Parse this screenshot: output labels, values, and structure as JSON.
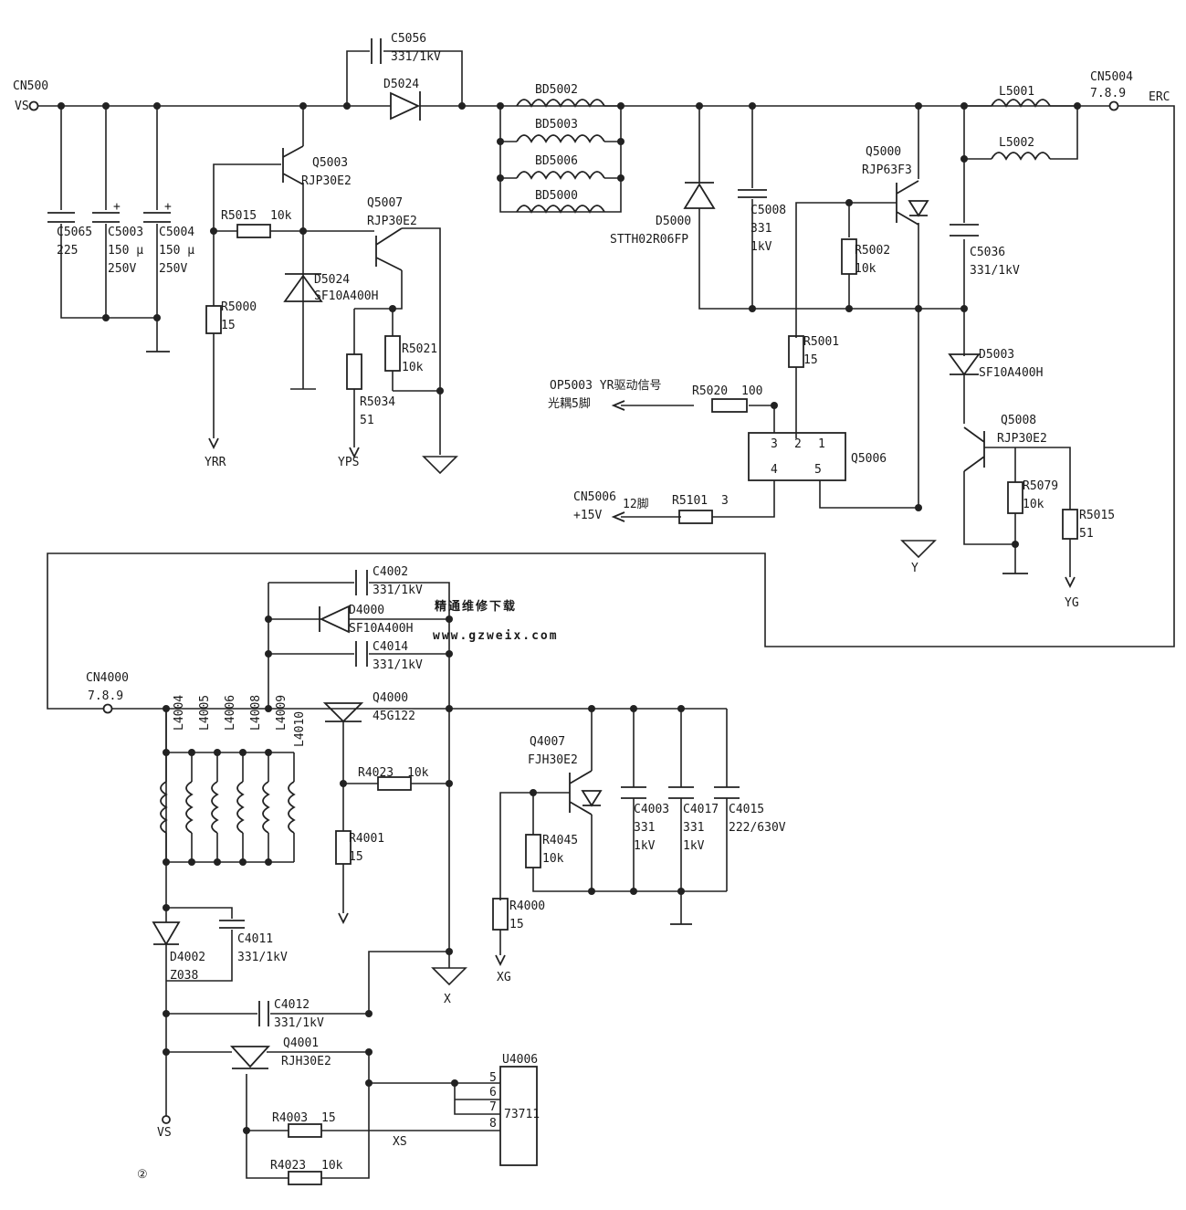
{
  "watermark": {
    "cn": "精通维修下载",
    "url": "www.gzweix.com"
  },
  "page_marker": "②",
  "top_section": {
    "connectors": {
      "cn500": "CN500",
      "vs_in": "VS",
      "cn5004": "CN5004",
      "cn5004_pins": "7.8.9",
      "erc": "ERC",
      "cn5006": "CN5006",
      "cn5006_pin": "12脚",
      "plus15v": "+15V"
    },
    "outputs": {
      "yrr": "YRR",
      "yps": "YPS",
      "y": "Y",
      "yg": "YG"
    },
    "signal": {
      "op5003": "OP5003 YR驱动信号",
      "optocoupler_pin": "光耦5脚"
    },
    "components": [
      {
        "ref": "C5065",
        "value": "225"
      },
      {
        "ref": "C5003",
        "value": "150 µ",
        "value2": "250V"
      },
      {
        "ref": "C5004",
        "value": "150 µ",
        "value2": "250V"
      },
      {
        "ref": "C5056",
        "value": "331/1kV"
      },
      {
        "ref": "D5024",
        "value": ""
      },
      {
        "ref": "Q5003",
        "value": "RJP30E2"
      },
      {
        "ref": "R5015",
        "value": "10k"
      },
      {
        "ref": "R5000",
        "value": "15"
      },
      {
        "ref": "D5024",
        "value": "SF10A400H"
      },
      {
        "ref": "Q5007",
        "value": "RJP30E2"
      },
      {
        "ref": "R5021",
        "value": "10k"
      },
      {
        "ref": "R5034",
        "value": "51"
      },
      {
        "ref": "BD5002",
        "value": ""
      },
      {
        "ref": "BD5003",
        "value": ""
      },
      {
        "ref": "BD5006",
        "value": ""
      },
      {
        "ref": "BD5000",
        "value": ""
      },
      {
        "ref": "D5000",
        "value": "STTH02R06FP"
      },
      {
        "ref": "C5008",
        "value": "331",
        "value2": "1kV"
      },
      {
        "ref": "Q5000",
        "value": "RJP63F3"
      },
      {
        "ref": "R5002",
        "value": "10k"
      },
      {
        "ref": "R5001",
        "value": "15"
      },
      {
        "ref": "L5001",
        "value": ""
      },
      {
        "ref": "L5002",
        "value": ""
      },
      {
        "ref": "C5036",
        "value": "331/1kV"
      },
      {
        "ref": "D5003",
        "value": "SF10A400H"
      },
      {
        "ref": "Q5008",
        "value": "RJP30E2"
      },
      {
        "ref": "R5079",
        "value": "10k"
      },
      {
        "ref": "R5015",
        "value": "51"
      },
      {
        "ref": "R5020",
        "value": "100"
      },
      {
        "ref": "R5101",
        "value": "3"
      },
      {
        "ref": "Q5006",
        "value": ""
      }
    ],
    "q5006_pins": [
      "3",
      "2",
      "1",
      "4",
      "5"
    ]
  },
  "bottom_section": {
    "connectors": {
      "cn4000": "CN4000",
      "cn4000_pins": "7.8.9",
      "vs_out": "VS",
      "x": "X",
      "xg": "XG",
      "xs": "XS"
    },
    "inductors": [
      "L4004",
      "L4005",
      "L4006",
      "L4008",
      "L4009",
      "L4010"
    ],
    "components": [
      {
        "ref": "C4002",
        "value": "331/1kV"
      },
      {
        "ref": "D4000",
        "value": "SF10A400H"
      },
      {
        "ref": "C4014",
        "value": "331/1kV"
      },
      {
        "ref": "Q4000",
        "value": "45G122"
      },
      {
        "ref": "R4023",
        "value": "10k"
      },
      {
        "ref": "R4001",
        "value": "15"
      },
      {
        "ref": "Q4007",
        "value": "FJH30E2"
      },
      {
        "ref": "R4045",
        "value": "10k"
      },
      {
        "ref": "R4000",
        "value": "15"
      },
      {
        "ref": "C4003",
        "value": "331",
        "value2": "1kV"
      },
      {
        "ref": "C4017",
        "value": "331",
        "value2": "1kV"
      },
      {
        "ref": "C4015",
        "value": "222/630V"
      },
      {
        "ref": "D4002",
        "value": "Z038"
      },
      {
        "ref": "C4011",
        "value": "331/1kV"
      },
      {
        "ref": "C4012",
        "value": "331/1kV"
      },
      {
        "ref": "Q4001",
        "value": "RJH30E2"
      },
      {
        "ref": "R4003",
        "value": "15"
      },
      {
        "ref": "R4023",
        "value": "10k"
      },
      {
        "ref": "U4006",
        "value": "73711"
      }
    ],
    "u4006_pins": [
      "5",
      "6",
      "7",
      "8"
    ]
  }
}
